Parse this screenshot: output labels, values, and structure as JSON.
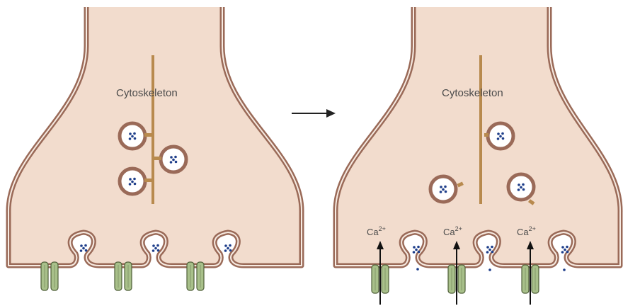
{
  "panels": [
    {
      "id": "resting",
      "cytoskeleton_label": "Cytoskeleton",
      "ion_labels": []
    },
    {
      "id": "stimulated",
      "cytoskeleton_label": "Cytoskeleton",
      "ion_labels": [
        {
          "base": "Ca",
          "charge": "2+"
        },
        {
          "base": "Ca",
          "charge": "2+"
        },
        {
          "base": "Ca",
          "charge": "2+"
        }
      ]
    }
  ],
  "transition": {
    "icon": "right-arrow-icon"
  },
  "colors": {
    "cytoplasm": "#f2dccd",
    "membrane": "#9a6a58",
    "cytoskeleton": "#b88a4e",
    "channel": "#a8c08a",
    "vesicle_content": "#1e3e8a"
  }
}
